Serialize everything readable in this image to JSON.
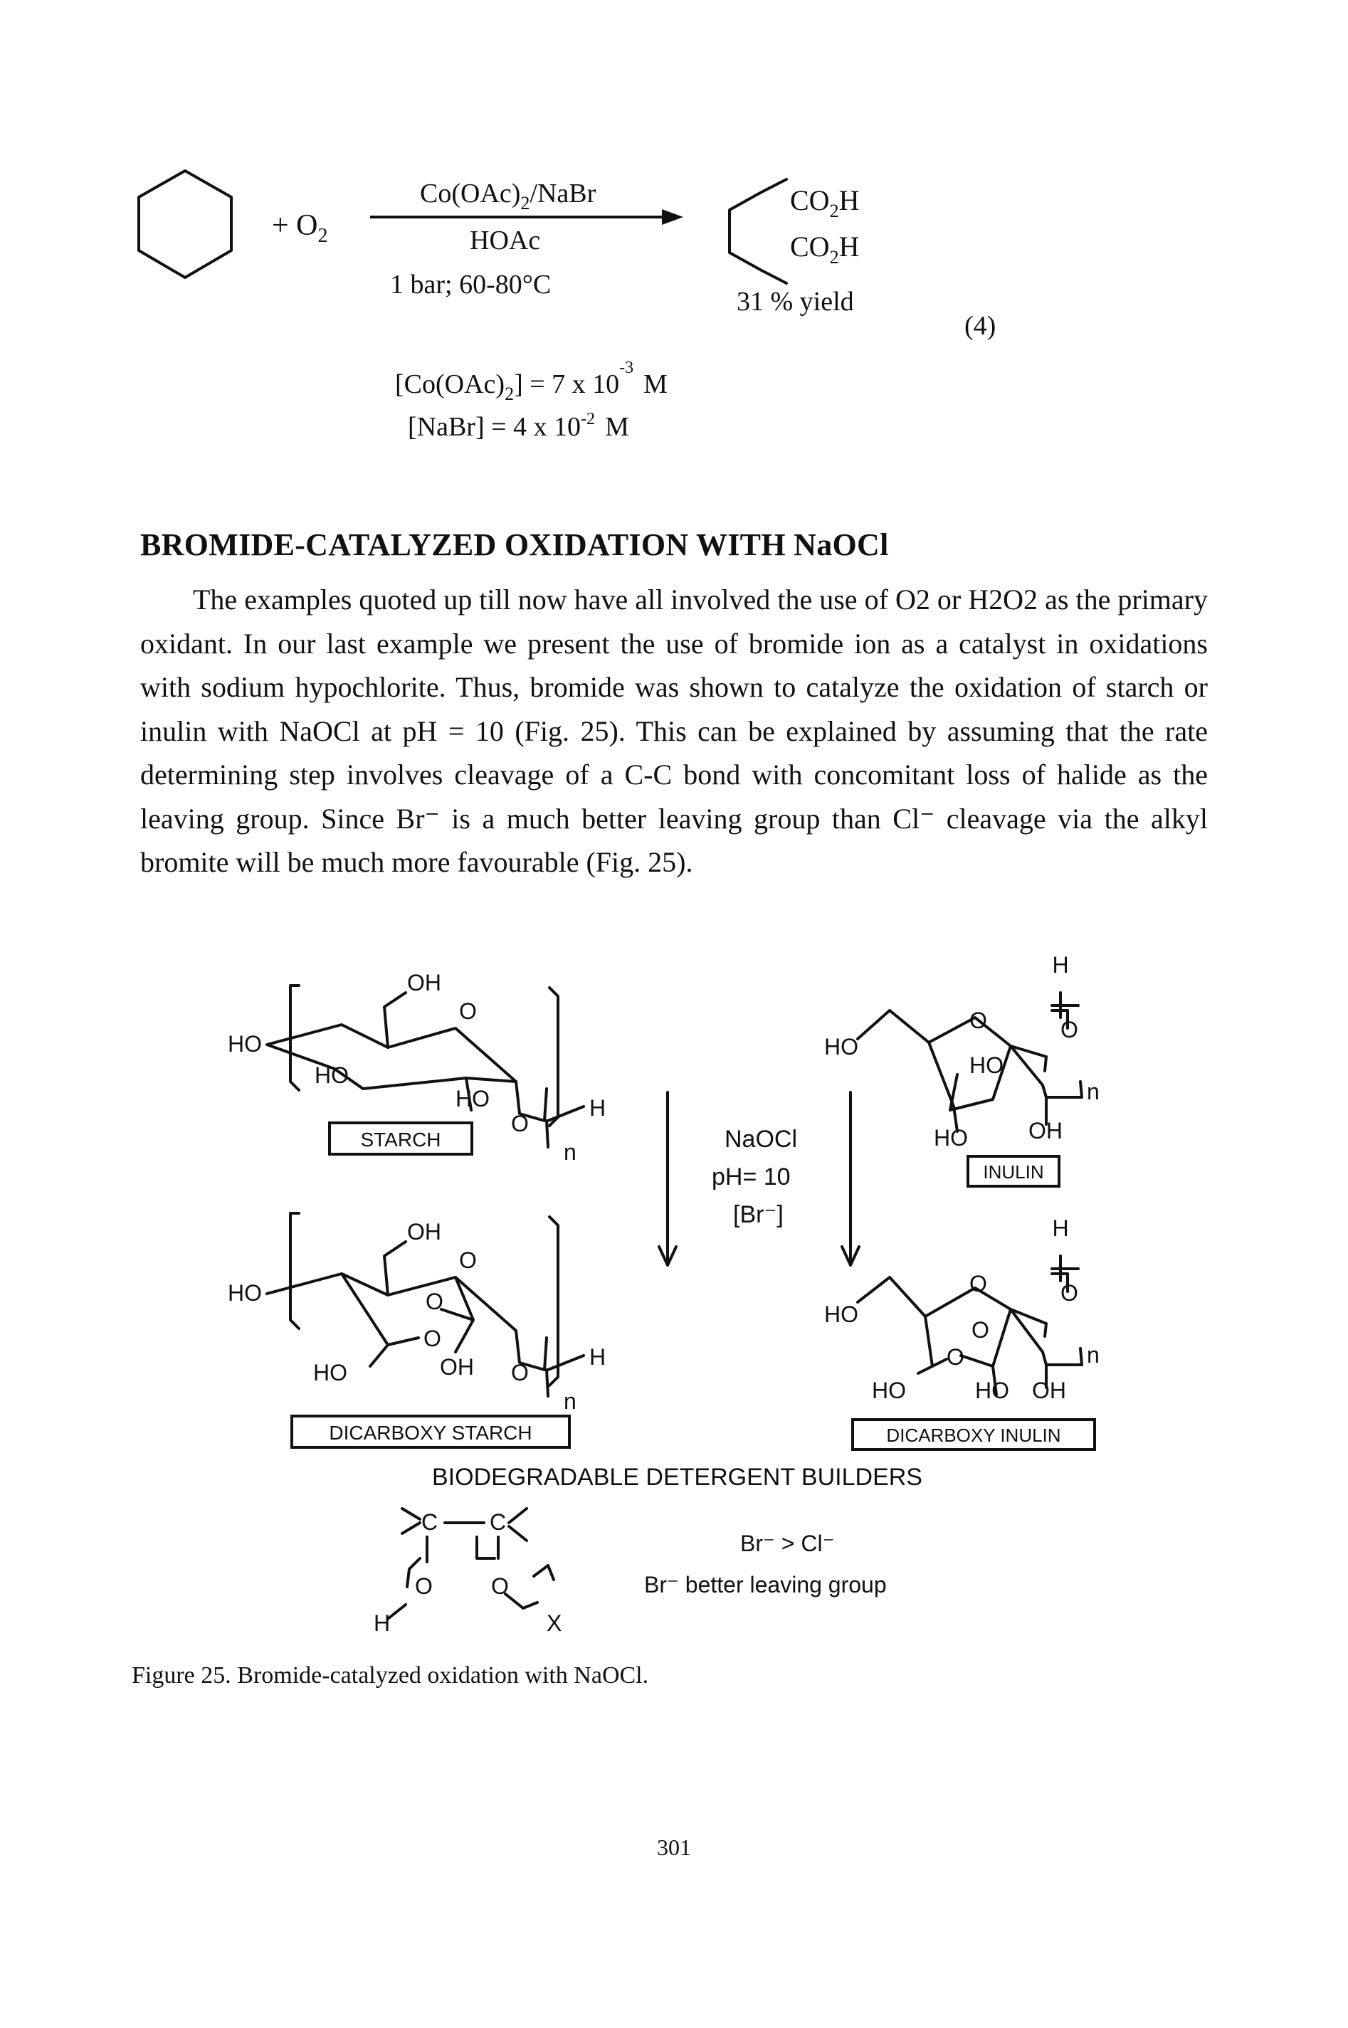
{
  "reaction": {
    "reagent_o2": "+ O",
    "reagent_o2_sub": "2",
    "catalyst_a": "Co(OAc)",
    "catalyst_a_sub": "2",
    "catalyst_b": "/NaBr",
    "solvent": "HOAc",
    "conditions": "1 bar; 60-80°C",
    "product_group_1": "CO",
    "product_group_1_sub": "2",
    "product_group_1_end": "H",
    "product_group_2": "CO",
    "product_group_2_sub": "2",
    "product_group_2_end": "H",
    "yield": "31 % yield",
    "equation_number": "(4)",
    "conc_co_a": "[Co(OAc)",
    "conc_co_sub": "2",
    "conc_co_b": "] = 7 x 10",
    "conc_co_exp": "-3",
    "conc_co_unit": "M",
    "conc_nabr": "[NaBr] = 4 x 10",
    "conc_nabr_exp": "-2",
    "conc_nabr_unit": "M"
  },
  "section": {
    "heading": "BROMIDE-CATALYZED OXIDATION WITH NaOCl",
    "paragraph": "The examples quoted up till now have all involved the use of O2 or H2O2 as the primary oxidant. In our last example we present the use of bromide ion as a catalyst in oxidations with sodium hypochlorite. Thus, bromide was shown to catalyze the oxidation of starch or inulin with NaOCl at pH = 10 (Fig. 25). This can be explained by assuming that the rate determining step involves cleavage of a C-C bond with concomitant loss of halide as the leaving group. Since Br⁻ is a much better leaving group than Cl⁻ cleavage via the alkyl bromite will be much more favourable (Fig. 25)."
  },
  "figure": {
    "atoms": {
      "oh": "OH",
      "o": "O",
      "ho": "HO",
      "h": "H",
      "n": "n",
      "c": "C",
      "x": "X"
    },
    "starch_label": "STARCH",
    "inulin_label": "INULIN",
    "dicarboxy_starch_label": "DICARBOXY  STARCH",
    "dicarboxy_inulin_label": "DICARBOXY  INULIN",
    "reagent_line_1": "NaOCl",
    "reagent_line_2": "pH=  10",
    "reagent_line_3": "[Br⁻]",
    "builders": "BIODEGRADABLE  DETERGENT  BUILDERS",
    "comparison": "Br⁻  >  Cl⁻",
    "leaving_group": "Br⁻  better  leaving  group"
  },
  "caption": "Figure 25. Bromide-catalyzed oxidation with NaOCl.",
  "page_number": "301"
}
